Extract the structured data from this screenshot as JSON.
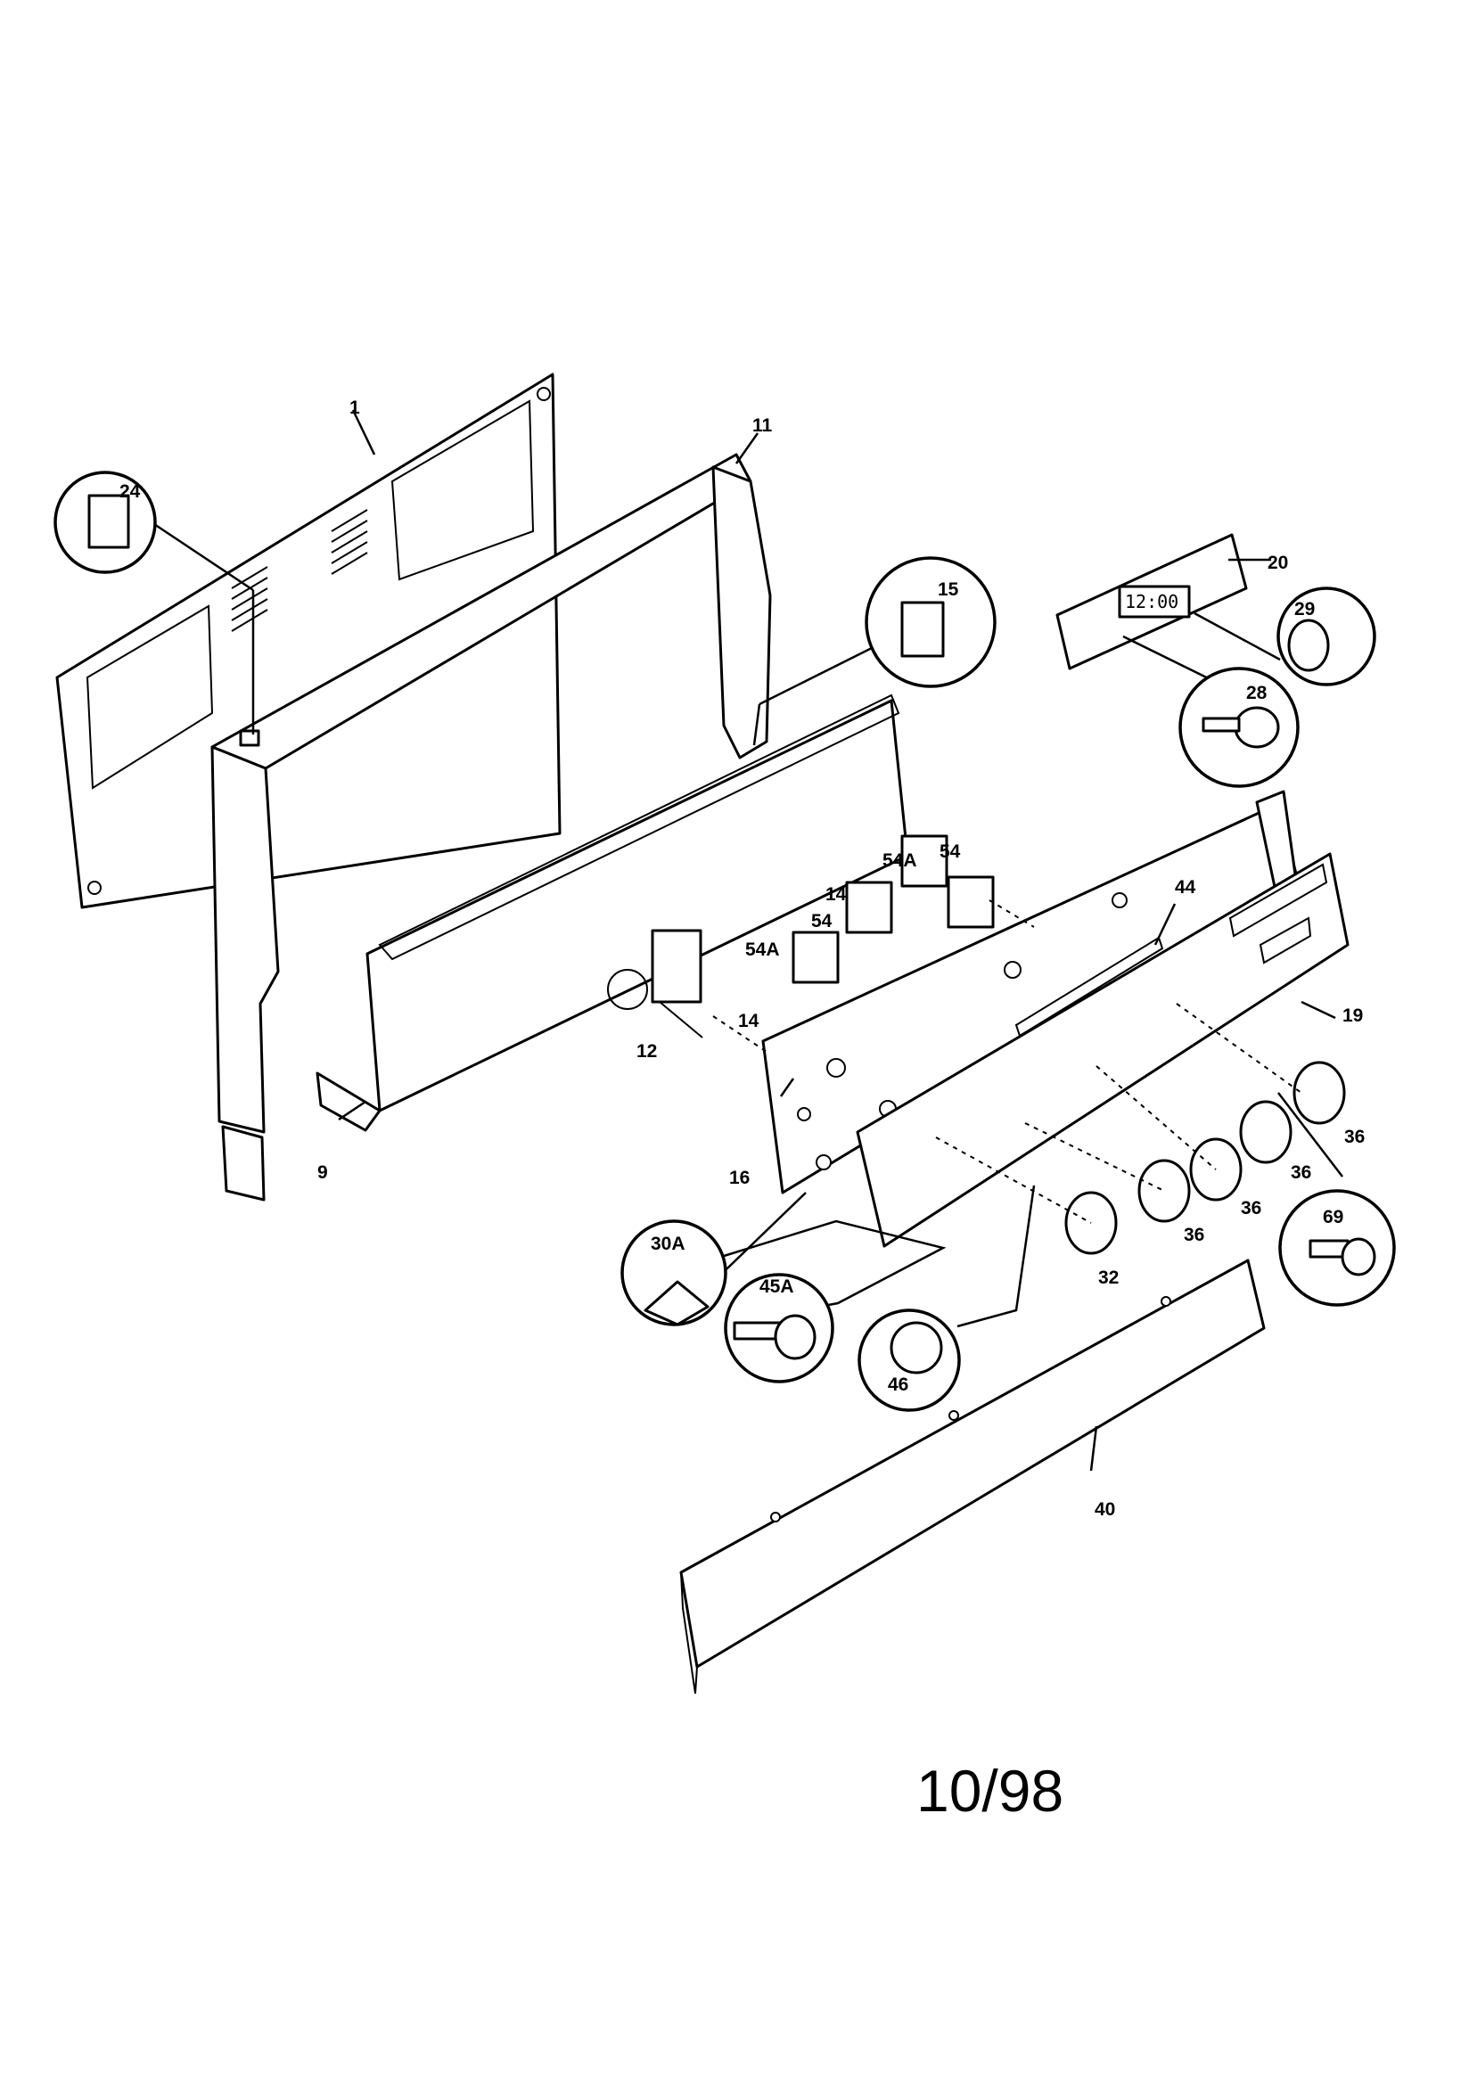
{
  "diagram": {
    "date_code": "10/98",
    "clock_display": "12:00",
    "part_labels": {
      "p1": "1",
      "p9": "9",
      "p11": "11",
      "p12": "12",
      "p14a": "14",
      "p14b": "14",
      "p15": "15",
      "p16": "16",
      "p19": "19",
      "p20": "20",
      "p24": "24",
      "p28": "28",
      "p29": "29",
      "p30a": "30A",
      "p32": "32",
      "p36a": "36",
      "p36b": "36",
      "p36c": "36",
      "p36d": "36",
      "p40": "40",
      "p44": "44",
      "p45a": "45A",
      "p46": "46",
      "p54a": "54",
      "p54b": "54",
      "p54A1": "54A",
      "p54A2": "54A",
      "p69": "69"
    }
  }
}
